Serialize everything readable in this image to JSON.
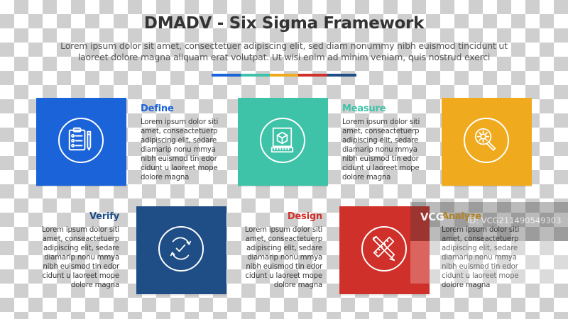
{
  "header": {
    "title": "DMADV - Six Sigma Framework",
    "subtitle_line1": "Lorem ipsum dolor sit amet, consectetuer adipiscing elit, sed diam nonummy nibh euismod tincidunt ut",
    "subtitle_line2": "laoreet dolore magna aliquam erat volutpat. Ut wisi enim ad minim veniam, quis nostrud exerci"
  },
  "colorbar": [
    "#1a63d8",
    "#3ec2a8",
    "#f0aa1e",
    "#d0302a",
    "#1f4e87"
  ],
  "steps": [
    {
      "id": "define",
      "title": "Define",
      "color": "#1a63d8",
      "icon": "clipboard-checklist-icon",
      "body": "Lorem ipsum dolor siti amet, conseactetuerp adipiscing elit, sedare diamarip nonu mmya nibh euismod tin edor cidunt u laoreet mope dolore magna"
    },
    {
      "id": "measure",
      "title": "Measure",
      "color": "#3ec2a8",
      "icon": "box-ruler-icon",
      "body": "Lorem ipsum dolor siti amet, conseactetuerp adipiscing elit, sedare diamarip nonu mmya nibh euismod tin edor cidunt u laoreet mope dolore magna"
    },
    {
      "id": "analyze",
      "title": "Analyze",
      "color": "#f0aa1e",
      "icon": "magnifier-gear-icon",
      "body": "Lorem ipsum dolor siti amet, conseactetuerp adipiscing elit, sedare diamarip nonu mmya nibh euismod tin edor cidunt u laoreet mope dolore magna"
    },
    {
      "id": "design",
      "title": "Design",
      "color": "#d0302a",
      "icon": "pencil-ruler-icon",
      "body": "Lorem ipsum dolor siti amet, conseactetuerp adipiscing elit, sedare diamarip nonu mmya nibh euismod tin edor cidunt u laoreet mope dolore magna"
    },
    {
      "id": "verify",
      "title": "Verify",
      "color": "#1f4e87",
      "icon": "refresh-check-icon",
      "body": "Lorem ipsum dolor siti amet, conseactetuerp adipiscing elit, sedare diamarip nonu mmya nibh euismod tin edor cidunt u laoreet mope dolore magna"
    }
  ],
  "watermark": {
    "logo": "VCG",
    "id_text": "ID: VCG211490549303"
  }
}
